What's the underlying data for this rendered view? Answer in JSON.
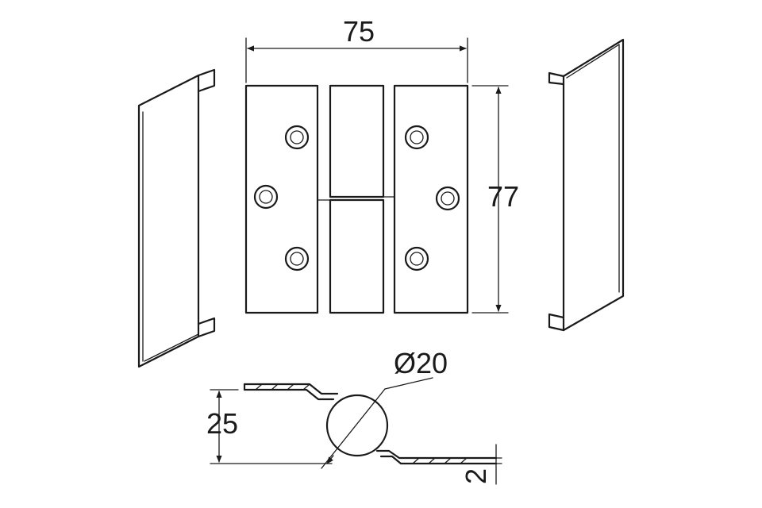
{
  "drawing": {
    "line_color": "#1a1a1a",
    "background": "#ffffff"
  },
  "dimensions": {
    "width": "75",
    "height": "77",
    "pin_diameter": "Ø20",
    "profile_height": "25",
    "thickness": "2"
  }
}
